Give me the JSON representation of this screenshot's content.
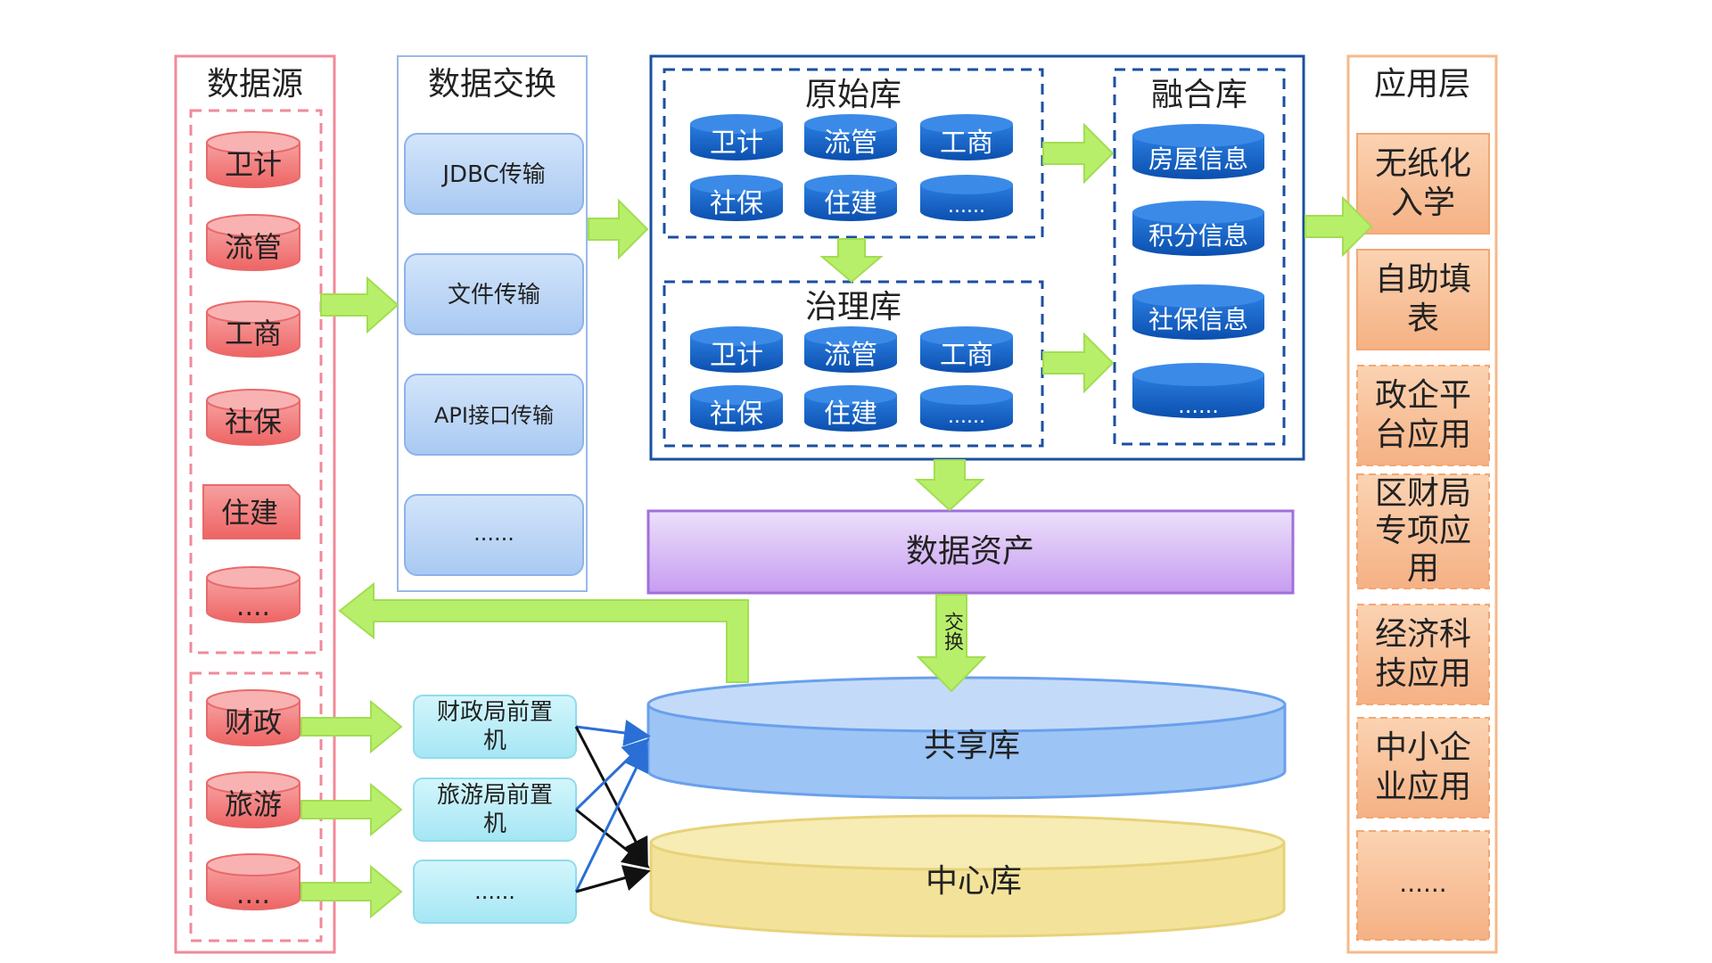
{
  "source_column": {
    "title": "数据源",
    "items": [
      "卫计",
      "流管",
      "工商",
      "社保",
      "住建",
      "...."
    ],
    "lower_items": [
      "财政",
      "旅游",
      "...."
    ]
  },
  "exchange_column": {
    "title": "数据交换",
    "items": [
      "JDBC传输",
      "文件传输",
      "API接口传输",
      "......"
    ]
  },
  "original_db": {
    "title": "原始库",
    "items": [
      "卫计",
      "流管",
      "工商",
      "社保",
      "住建",
      "......"
    ]
  },
  "governance_db": {
    "title": "治理库",
    "items": [
      "卫计",
      "流管",
      "工商",
      "社保",
      "住建",
      "......"
    ]
  },
  "fusion_db": {
    "title": "融合库",
    "items": [
      "房屋信息",
      "积分信息",
      "社保信息",
      "......"
    ]
  },
  "data_assets": {
    "label": "数据资产"
  },
  "exchange_arrow_label": "交换",
  "shared_db": {
    "label": "共享库"
  },
  "central_db": {
    "label": "中心库"
  },
  "front_machines": [
    "财政局前置机",
    "旅游局前置机",
    "......"
  ],
  "application_layer": {
    "title": "应用层",
    "items": [
      "无纸化入学",
      "自助填表",
      "政企平台应用",
      "区财局专项应用",
      "经济科技应用",
      "中小企业应用",
      "......"
    ]
  },
  "colors": {
    "source_border": "#f08a9a",
    "source_cyl": "#f06b6b",
    "exchange_border": "#9ab8e8",
    "exchange_box": "#b9d4f5",
    "blue_frame": "#1a4fa0",
    "blue_cyl": "#1464c8",
    "arrow_green": "#b8ef6a",
    "assets_purple": "#d9b8f5",
    "shared_blue": "#9cc4f5",
    "central_yellow": "#f3e39a",
    "app_orange": "#f6b98a",
    "front_cyan": "#b8eef8"
  }
}
